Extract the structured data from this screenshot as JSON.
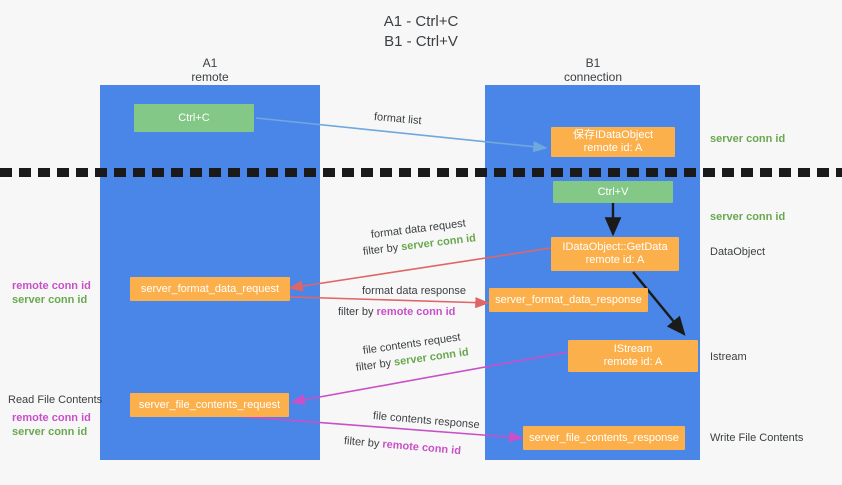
{
  "title": {
    "line1": "A1 - Ctrl+C",
    "line2": "B1 - Ctrl+V"
  },
  "lanes": [
    {
      "id": "a1",
      "name": "A1",
      "role": "remote"
    },
    {
      "id": "b1",
      "name": "B1",
      "role": "connection"
    }
  ],
  "nodes": {
    "ctrl_c": {
      "label": "Ctrl+C",
      "color": "#84c887"
    },
    "store_idataobject": {
      "line1": "保存IDataObject",
      "line2": "remote id: A",
      "color": "#fbb04c"
    },
    "ctrl_v": {
      "label": "Ctrl+V",
      "color": "#84c887"
    },
    "getdata": {
      "line1": "IDataObject::GetData",
      "line2": "remote id: A",
      "color": "#fbb04c"
    },
    "format_data_request": {
      "label": "server_format_data_request",
      "color": "#fbb04c"
    },
    "format_data_response": {
      "label": "server_format_data_response",
      "color": "#fbb04c"
    },
    "istream": {
      "line1": "IStream",
      "line2": "remote id: A",
      "color": "#fbb04c"
    },
    "file_contents_request": {
      "label": "server_file_contents_request",
      "color": "#fbb04c"
    },
    "file_contents_response": {
      "label": "server_file_contents_response",
      "color": "#fbb04c"
    }
  },
  "edge_labels": {
    "format_list": "format list",
    "format_data_request": "format data request",
    "format_data_request_filter_prefix": "filter by ",
    "format_data_request_filter_value": "server conn id",
    "format_data_response": "format data response",
    "format_data_response_filter_prefix": "filter by ",
    "format_data_response_filter_value": "remote conn id",
    "file_contents_request": "file contents request",
    "file_contents_request_filter_prefix": "filter by ",
    "file_contents_request_filter_value": "server conn id",
    "file_contents_response": "file contents response",
    "file_contents_response_filter_prefix": "filter by ",
    "file_contents_response_filter_value": "remote conn id"
  },
  "right_labels": {
    "server_conn_id_top": "server conn id",
    "server_conn_id_second": "server conn id",
    "dataobject": "DataObject",
    "istream": "Istream",
    "write_file_contents": "Write File Contents"
  },
  "left_labels": {
    "remote_conn_id_upper": "remote conn id",
    "server_conn_id_upper": "server conn id",
    "read_file_contents": "Read File Contents",
    "remote_conn_id_lower": "remote conn id",
    "server_conn_id_lower": "server conn id"
  },
  "colors": {
    "lane": "#4a86e8",
    "green_node": "#84c887",
    "orange_node": "#fbb04c",
    "server_conn_id": "#6aa84f",
    "remote_conn_id": "#c850c8",
    "arrow_blue": "#6fa8dc",
    "arrow_red": "#e06666",
    "arrow_magenta": "#c850c8",
    "arrow_black": "#1a1a1a",
    "background": "#f7f7f7"
  }
}
